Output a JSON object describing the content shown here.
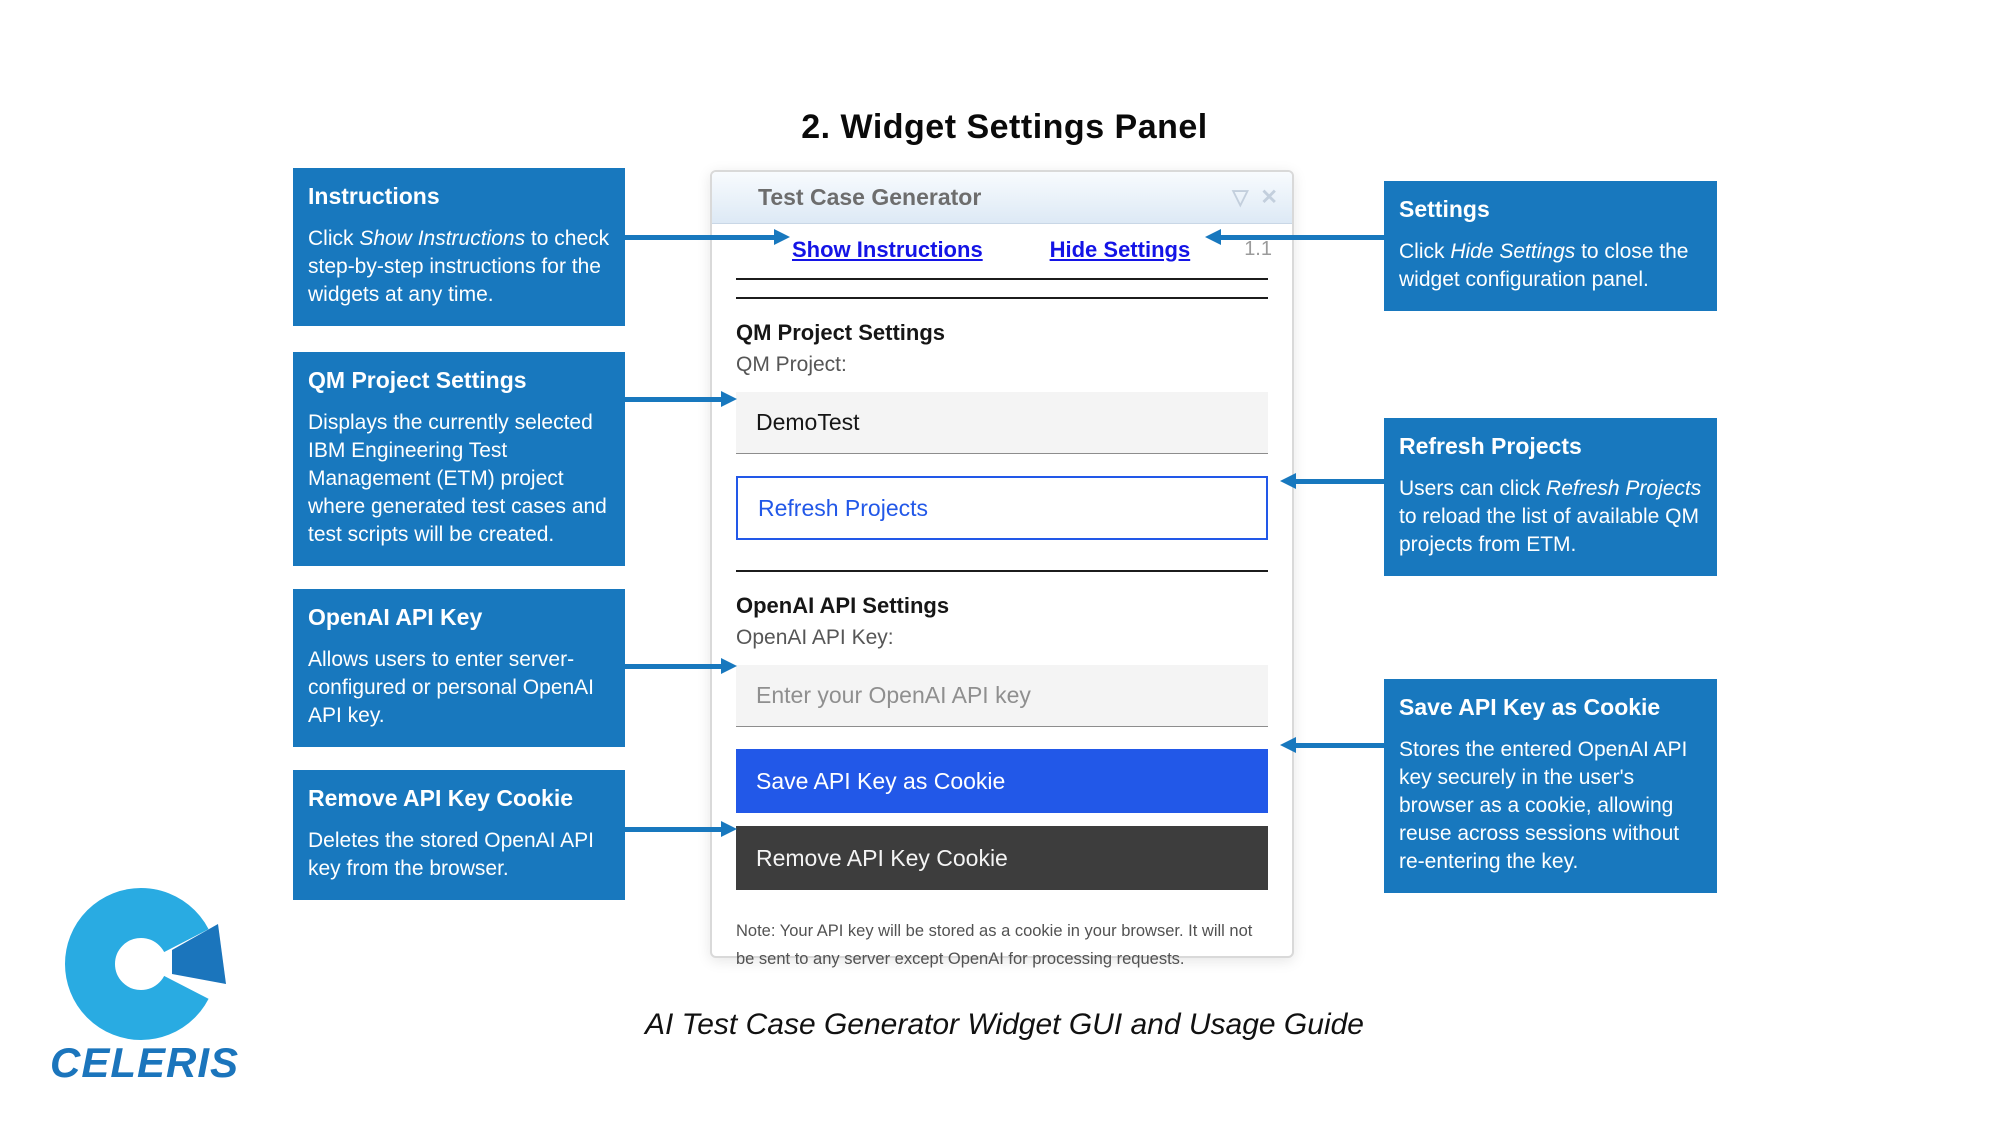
{
  "page": {
    "title": "2. Widget Settings Panel",
    "caption": "AI Test Case Generator Widget GUI and Usage Guide"
  },
  "icons": {
    "chevron_down": "▽",
    "close": "✕"
  },
  "widget": {
    "title": "Test Case Generator",
    "version": "1.1",
    "links": {
      "show_instructions": "Show Instructions",
      "hide_settings": "Hide Settings"
    },
    "qm_section": {
      "heading": "QM Project Settings",
      "label": "QM Project:",
      "selected_project": "DemoTest",
      "refresh_button": "Refresh Projects"
    },
    "api_section": {
      "heading": "OpenAI API Settings",
      "label": "OpenAI API Key:",
      "placeholder": "Enter your OpenAI API key",
      "save_button": "Save API Key as Cookie",
      "remove_button": "Remove API Key Cookie"
    },
    "note": "Note: Your API key will be stored as a cookie in your browser. It will not be sent to any server except OpenAI for processing requests."
  },
  "annotations": {
    "left": [
      {
        "title": "Instructions",
        "body_pre": "Click ",
        "body_em": "Show Instructions",
        "body_post": " to check step-by-step instructions for the widgets at any time."
      },
      {
        "title": "QM Project Settings",
        "body_pre": "Displays the currently selected IBM Engineering Test Management (ETM) project where generated test cases and test scripts will be created.",
        "body_em": "",
        "body_post": ""
      },
      {
        "title": "OpenAI API Key",
        "body_pre": "Allows users to enter server-configured or personal OpenAI API key.",
        "body_em": "",
        "body_post": ""
      },
      {
        "title": "Remove API Key Cookie",
        "body_pre": "Deletes the stored OpenAI API key from the browser.",
        "body_em": "",
        "body_post": ""
      }
    ],
    "right": [
      {
        "title": "Settings",
        "body_pre": "Click ",
        "body_em": "Hide Settings",
        "body_post": " to close the widget configuration panel."
      },
      {
        "title": "Refresh Projects",
        "body_pre": "Users can click ",
        "body_em": "Refresh Projects",
        "body_post": " to reload the list of available QM projects from ETM."
      },
      {
        "title": "Save API Key as Cookie",
        "body_pre": "Stores the entered OpenAI API key securely in the user's browser as a cookie, allowing reuse across sessions without re-entering the key.",
        "body_em": "",
        "body_post": ""
      }
    ]
  },
  "logo": {
    "wordmark": "CELERIS"
  },
  "colors": {
    "annotation_blue": "#1878be",
    "save_button_blue": "#2258e8",
    "dark_button": "#3d3d3d",
    "link_blue": "#1414e6",
    "logo_light_blue": "#29abe2",
    "logo_dark_blue": "#1b75bc"
  }
}
